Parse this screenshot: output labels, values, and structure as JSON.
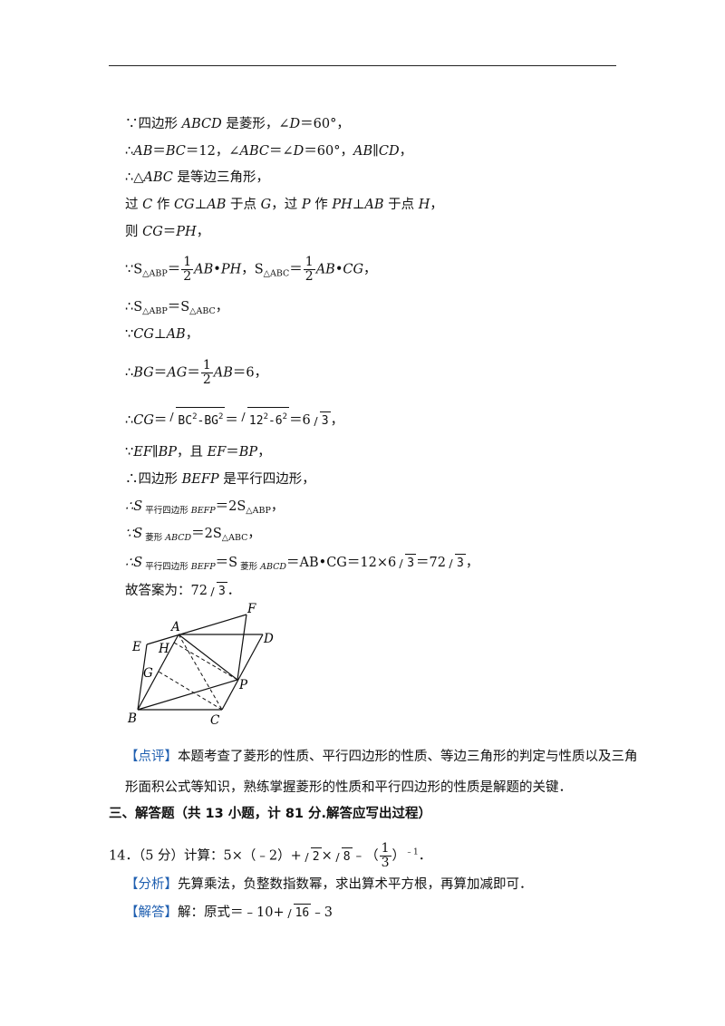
{
  "lines": {
    "l1": {
      "a": "∵四边形 ",
      "b": "ABCD",
      "c": " 是菱形，∠",
      "d": "D",
      "e": "＝60°，"
    },
    "l2": {
      "a": "∴",
      "b": "AB",
      "c": "＝",
      "d": "BC",
      "e": "＝12，∠",
      "f": "ABC",
      "g": "＝∠",
      "h": "D",
      "i": "＝60°，",
      "j": "AB",
      "k": "∥",
      "l": "CD",
      "m": "，"
    },
    "l3": {
      "a": "∴△",
      "b": "ABC",
      "c": " 是等边三角形，"
    },
    "l4": {
      "a": "过 ",
      "b": "C",
      "c": " 作 ",
      "d": "CG",
      "e": "⊥",
      "f": "AB",
      "g": " 于点 ",
      "h": "G",
      "i": "，过 ",
      "j": "P",
      "k": " 作 ",
      "l": "PH",
      "m": "⊥",
      "n": "AB",
      "o": " 于点 ",
      "p": "H",
      "q": "，"
    },
    "l5": {
      "a": "则 ",
      "b": "CG",
      "c": "＝",
      "d": "PH",
      "e": "，"
    },
    "l6": {
      "a": "∵S",
      "b": "△ABP",
      "c": "＝",
      "n1": "1",
      "d1": "2",
      "d": "AB•PH",
      "e": "，S",
      "f": "△ABC",
      "g": "＝",
      "n2": "1",
      "d2": "2",
      "h": "AB•CG",
      "i": "，"
    },
    "l7": {
      "a": "∴S",
      "b": "△ABP",
      "c": "＝S",
      "d": "△ABC",
      "e": "，"
    },
    "l8": {
      "a": "∵",
      "b": "CG",
      "c": "⊥",
      "d": "AB",
      "e": "，"
    },
    "l9": {
      "a": "∴",
      "b": "BG",
      "c": "＝",
      "d": "AG",
      "e": "＝",
      "n": "1",
      "dd": "2",
      "f": "AB",
      "g": "＝6，"
    },
    "l10": {
      "a": "∴",
      "b": "CG",
      "c": "＝",
      "r1": "BC",
      "r1s": "2",
      "r1m": "-BG",
      "r1s2": "2",
      "e": "＝",
      "r2": "12",
      "r2s": "2",
      "r2m": "-6",
      "r2s2": "2",
      "f": "＝6",
      "r3": "3",
      "g": "，"
    },
    "l11": {
      "a": "∵",
      "b": "EF",
      "c": "∥",
      "d": "BP",
      "e": "，且 ",
      "f": "EF",
      "g": "＝",
      "h": "BP",
      "i": "，"
    },
    "l12": {
      "a": "∴四边形 ",
      "b": "BEFP",
      "c": " 是平行四边形，"
    },
    "l13": {
      "a": "∴S",
      "b": " 平行四边形 ",
      "c": "BEFP",
      "d": "＝2S",
      "e": "△ABP",
      "f": "，"
    },
    "l14": {
      "a": "∵S",
      "b": " 菱形 ",
      "c": "ABCD",
      "d": "＝2S",
      "e": "△ABC",
      "f": "，"
    },
    "l15": {
      "a": "∴S",
      "b": " 平行四边形 ",
      "c": "BEFP",
      "d": "＝S",
      "e": " 菱形 ",
      "f": "ABCD",
      "g": "＝AB•CG＝12×6",
      "r1": "3",
      "h": "＝72",
      "r2": "3",
      "i": "，"
    },
    "l16": {
      "a": "故答案为：72",
      "r": "3",
      "b": "．"
    }
  },
  "figure": {
    "labels": {
      "A": "A",
      "F": "F",
      "D": "D",
      "E": "E",
      "H": "H",
      "G": "G",
      "P": "P",
      "B": "B",
      "C": "C"
    }
  },
  "comment": {
    "tag": "【点评】",
    "text1": "本题考查了菱形的性质、平行四边形的性质、等边三角形的判定与性质以及三角",
    "text2": "形面积公式等知识，熟练掌握菱形的性质和平行四边形的性质是解题的关键．"
  },
  "section": {
    "title": "三、解答题（共 13 小题，计 81 分.解答应写出过程）"
  },
  "q14": {
    "num": "14．（5 分）计算：5×（﹣2）+",
    "r1": "2",
    "times": "×",
    "r2": "8",
    "minus": "﹣（",
    "n": "1",
    "d": "3",
    "end": "）",
    "exp": "﹣1",
    "dot": "．"
  },
  "analysis": {
    "tag": "【分析】",
    "text": "先算乘法，负整数指数幂，求出算术平方根，再算加减即可．"
  },
  "answer": {
    "tag": "【解答】",
    "text": "解：原式＝﹣10+",
    "r": "16",
    "tail": "﹣3"
  },
  "colors": {
    "tag": "#1f5fb0",
    "text": "#111111"
  }
}
